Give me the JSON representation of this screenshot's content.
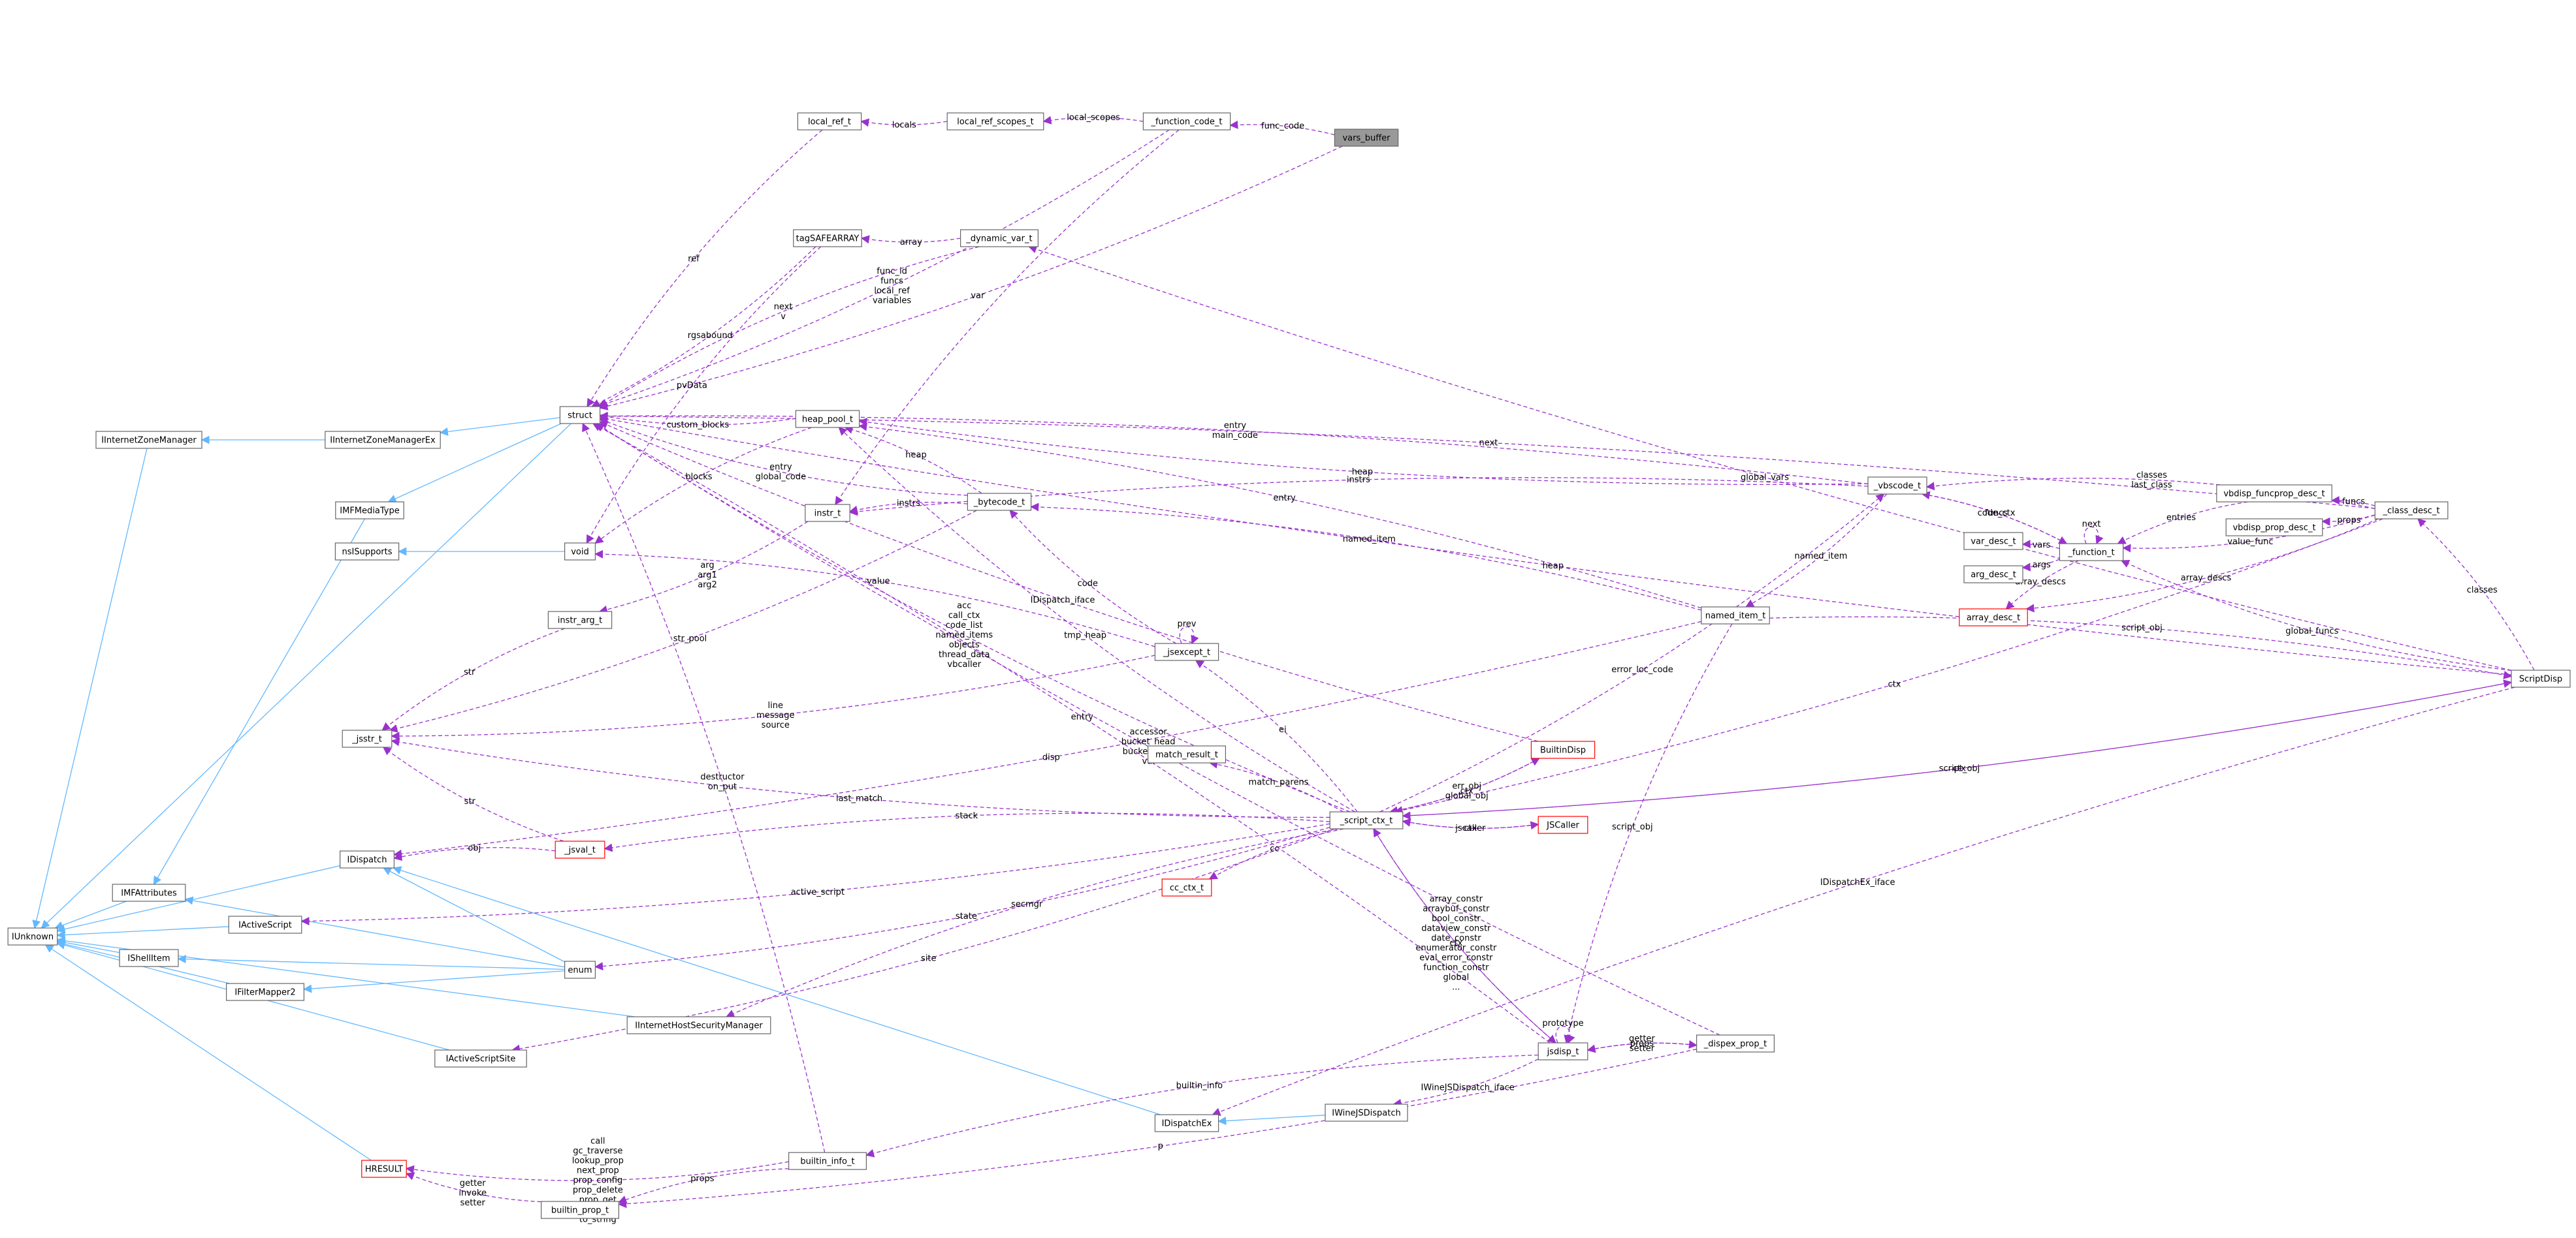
{
  "colors": {
    "background": "#ffffff",
    "node_border": "#666666",
    "node_fill": "#ffffff",
    "highlight_fill": "#999999",
    "error_border": "#ff0000",
    "inherit_arrow": "#63b8ff",
    "use_arrow": "#9a32cd",
    "text": "#000000"
  },
  "nodes": [
    {
      "id": "vars_buffer",
      "label": "vars_buffer",
      "style": "highlight"
    },
    {
      "id": "_function_code_t",
      "label": "_function_code_t"
    },
    {
      "id": "local_ref_scopes_t",
      "label": "local_ref_scopes_t"
    },
    {
      "id": "local_ref_t",
      "label": "local_ref_t"
    },
    {
      "id": "struct",
      "label": "struct"
    },
    {
      "id": "_dynamic_var_t",
      "label": "_dynamic_var_t"
    },
    {
      "id": "tagSAFEARRAY",
      "label": "tagSAFEARRAY"
    },
    {
      "id": "heap_pool_t",
      "label": "heap_pool_t"
    },
    {
      "id": "IInternetZoneManager",
      "label": "IInternetZoneManager"
    },
    {
      "id": "IInternetZoneManagerEx",
      "label": "IInternetZoneManagerEx"
    },
    {
      "id": "IMFMediaType",
      "label": "IMFMediaType"
    },
    {
      "id": "void",
      "label": "void"
    },
    {
      "id": "nsISupports",
      "label": "nsISupports"
    },
    {
      "id": "instr_t",
      "label": "instr_t"
    },
    {
      "id": "_bytecode_t",
      "label": "_bytecode_t"
    },
    {
      "id": "instr_arg_t",
      "label": "instr_arg_t"
    },
    {
      "id": "_jsexcept_t",
      "label": "_jsexcept_t"
    },
    {
      "id": "_jsstr_t",
      "label": "_jsstr_t"
    },
    {
      "id": "match_result_t",
      "label": "match_result_t"
    },
    {
      "id": "BuiltinDisp",
      "label": "BuiltinDisp",
      "style": "error"
    },
    {
      "id": "_script_ctx_t",
      "label": "_script_ctx_t"
    },
    {
      "id": "JSCaller",
      "label": "JSCaller",
      "style": "error"
    },
    {
      "id": "_jsval_t",
      "label": "_jsval_t",
      "style": "error"
    },
    {
      "id": "IDispatch",
      "label": "IDispatch"
    },
    {
      "id": "IMFAttributes",
      "label": "IMFAttributes"
    },
    {
      "id": "IActiveScript",
      "label": "IActiveScript"
    },
    {
      "id": "cc_ctx_t",
      "label": "cc_ctx_t",
      "style": "error"
    },
    {
      "id": "IUnknown",
      "label": "IUnknown"
    },
    {
      "id": "IShellItem",
      "label": "IShellItem"
    },
    {
      "id": "enum",
      "label": "enum"
    },
    {
      "id": "IFilterMapper2",
      "label": "IFilterMapper2"
    },
    {
      "id": "IInternetHostSecurityManager",
      "label": "IInternetHostSecurityManager"
    },
    {
      "id": "IActiveScriptSite",
      "label": "IActiveScriptSite"
    },
    {
      "id": "jsdisp_t",
      "label": "jsdisp_t"
    },
    {
      "id": "_dispex_prop_t",
      "label": "_dispex_prop_t"
    },
    {
      "id": "IWineJSDispatch",
      "label": "IWineJSDispatch"
    },
    {
      "id": "IDispatchEx",
      "label": "IDispatchEx"
    },
    {
      "id": "HRESULT",
      "label": "HRESULT",
      "style": "error"
    },
    {
      "id": "builtin_info_t",
      "label": "builtin_info_t"
    },
    {
      "id": "builtin_prop_t",
      "label": "builtin_prop_t"
    },
    {
      "id": "_vbscode_t",
      "label": "_vbscode_t"
    },
    {
      "id": "named_item_t",
      "label": "named_item_t"
    },
    {
      "id": "var_desc_t",
      "label": "var_desc_t"
    },
    {
      "id": "arg_desc_t",
      "label": "arg_desc_t"
    },
    {
      "id": "array_desc_t",
      "label": "array_desc_t",
      "style": "error"
    },
    {
      "id": "_function_t",
      "label": "_function_t"
    },
    {
      "id": "vbdisp_funcprop_desc_t",
      "label": "vbdisp_funcprop_desc_t"
    },
    {
      "id": "vbdisp_prop_desc_t",
      "label": "vbdisp_prop_desc_t"
    },
    {
      "id": "_class_desc_t",
      "label": "_class_desc_t"
    },
    {
      "id": "ScriptDisp",
      "label": "ScriptDisp"
    }
  ],
  "edges": [
    {
      "from": "IInternetZoneManager",
      "to": "IUnknown",
      "kind": "inherit"
    },
    {
      "from": "IInternetZoneManagerEx",
      "to": "IInternetZoneManager",
      "kind": "inherit"
    },
    {
      "from": "struct",
      "to": "IInternetZoneManagerEx",
      "kind": "inherit"
    },
    {
      "from": "struct",
      "to": "IMFMediaType",
      "kind": "inherit"
    },
    {
      "from": "struct",
      "to": "IUnknown",
      "kind": "inherit"
    },
    {
      "from": "IMFMediaType",
      "to": "IMFAttributes",
      "kind": "inherit"
    },
    {
      "from": "void",
      "to": "nsISupports",
      "kind": "inherit"
    },
    {
      "from": "IDispatch",
      "to": "IUnknown",
      "kind": "inherit"
    },
    {
      "from": "IMFAttributes",
      "to": "IUnknown",
      "kind": "inherit"
    },
    {
      "from": "IActiveScript",
      "to": "IUnknown",
      "kind": "inherit"
    },
    {
      "from": "IShellItem",
      "to": "IUnknown",
      "kind": "inherit"
    },
    {
      "from": "IFilterMapper2",
      "to": "IUnknown",
      "kind": "inherit"
    },
    {
      "from": "IInternetHostSecurityManager",
      "to": "IUnknown",
      "kind": "inherit"
    },
    {
      "from": "IActiveScriptSite",
      "to": "IUnknown",
      "kind": "inherit"
    },
    {
      "from": "HRESULT",
      "to": "IUnknown",
      "kind": "inherit"
    },
    {
      "from": "enum",
      "to": "IDispatch",
      "kind": "inherit"
    },
    {
      "from": "enum",
      "to": "IMFAttributes",
      "kind": "inherit"
    },
    {
      "from": "enum",
      "to": "IShellItem",
      "kind": "inherit"
    },
    {
      "from": "enum",
      "to": "IFilterMapper2",
      "kind": "inherit"
    },
    {
      "from": "IDispatchEx",
      "to": "IDispatch",
      "kind": "inherit"
    },
    {
      "from": "IWineJSDispatch",
      "to": "IDispatchEx",
      "kind": "inherit"
    },
    {
      "from": "vars_buffer",
      "to": "_function_code_t",
      "label": "func_code",
      "kind": "use"
    },
    {
      "from": "vars_buffer",
      "to": "struct",
      "label": "var",
      "kind": "use"
    },
    {
      "from": "_function_code_t",
      "to": "local_ref_scopes_t",
      "label": "local_scopes",
      "kind": "use"
    },
    {
      "from": "_function_code_t",
      "to": "struct",
      "label": "func_id\nfuncs\nlocal_ref\nvariables",
      "kind": "use"
    },
    {
      "from": "_function_code_t",
      "to": "instr_t",
      "label": "",
      "kind": "use"
    },
    {
      "from": "local_ref_scopes_t",
      "to": "local_ref_t",
      "label": "locals",
      "kind": "use"
    },
    {
      "from": "local_ref_t",
      "to": "struct",
      "label": "ref",
      "kind": "use"
    },
    {
      "from": "_dynamic_var_t",
      "to": "tagSAFEARRAY",
      "label": "array",
      "kind": "use"
    },
    {
      "from": "_dynamic_var_t",
      "to": "struct",
      "label": "next\nv",
      "kind": "use"
    },
    {
      "from": "tagSAFEARRAY",
      "to": "struct",
      "label": "rgsabound",
      "kind": "use"
    },
    {
      "from": "tagSAFEARRAY",
      "to": "void",
      "label": "pvData",
      "kind": "use"
    },
    {
      "from": "ScriptDisp",
      "to": "_dynamic_var_t",
      "label": "global_vars",
      "kind": "use"
    },
    {
      "from": "_class_desc_t",
      "to": "struct",
      "label": "next",
      "kind": "use"
    },
    {
      "from": "ScriptDisp",
      "to": "struct",
      "label": "heap",
      "kind": "use"
    },
    {
      "from": "_vbscode_t",
      "to": "struct",
      "label": "entry\nmain_code",
      "kind": "use"
    },
    {
      "from": "heap_pool_t",
      "to": "struct",
      "label": "custom_blocks",
      "kind": "use"
    },
    {
      "from": "heap_pool_t",
      "to": "void",
      "label": "blocks",
      "kind": "use"
    },
    {
      "from": "_vbscode_t",
      "to": "heap_pool_t",
      "label": "heap",
      "kind": "use"
    },
    {
      "from": "_bytecode_t",
      "to": "heap_pool_t",
      "label": "heap",
      "kind": "use"
    },
    {
      "from": "_script_ctx_t",
      "to": "heap_pool_t",
      "label": "tmp_heap",
      "kind": "use"
    },
    {
      "from": "named_item_t",
      "to": "heap_pool_t",
      "label": "entry",
      "kind": "use"
    },
    {
      "from": "_bytecode_t",
      "to": "struct",
      "label": "entry\nglobal_code",
      "kind": "use"
    },
    {
      "from": "_bytecode_t",
      "to": "instr_t",
      "label": "instrs",
      "kind": "use"
    },
    {
      "from": "_bytecode_t",
      "to": "_jsstr_t",
      "label": "str_pool",
      "kind": "use"
    },
    {
      "from": "_vbscode_t",
      "to": "instr_t",
      "label": "instrs",
      "kind": "use"
    },
    {
      "from": "instr_t",
      "to": "instr_arg_t",
      "label": "arg\narg1\narg2",
      "kind": "use"
    },
    {
      "from": "instr_arg_t",
      "to": "_jsstr_t",
      "label": "str",
      "kind": "use"
    },
    {
      "from": "_jsexcept_t",
      "to": "_bytecode_t",
      "label": "code",
      "kind": "use"
    },
    {
      "from": "_jsexcept_t",
      "to": "_jsexcept_t",
      "label": "prev",
      "kind": "use"
    },
    {
      "from": "_jsexcept_t",
      "to": "_jsstr_t",
      "label": "line\nmessage\nsource",
      "kind": "use"
    },
    {
      "from": "_jsexcept_t",
      "to": "void",
      "label": "value",
      "kind": "use"
    },
    {
      "from": "_script_ctx_t",
      "to": "struct",
      "label": "acc\ncall_ctx\ncode_list\nnamed_items\nobjects\nthread_data\nvbcaller",
      "kind": "use"
    },
    {
      "from": "named_item_t",
      "to": "_bytecode_t",
      "label": "named_item",
      "kind": "use"
    },
    {
      "from": "named_item_t",
      "to": "IDispatch",
      "label": "disp",
      "kind": "use"
    },
    {
      "from": "_script_ctx_t",
      "to": "_jsexcept_t",
      "label": "ei",
      "kind": "use"
    },
    {
      "from": "BuiltinDisp",
      "to": "struct",
      "label": "IDispatch_iface",
      "kind": "use"
    },
    {
      "from": "_script_ctx_t",
      "to": "BuiltinDisp",
      "label": "err_obj\nglobal_obj",
      "kind": "use"
    },
    {
      "from": "BuiltinDisp",
      "to": "_script_ctx_t",
      "label": "ctx",
      "kind": "use"
    },
    {
      "from": "_script_ctx_t",
      "to": "match_result_t",
      "label": "match_parens",
      "kind": "use"
    },
    {
      "from": "_script_ctx_t",
      "to": "_jsstr_t",
      "label": "last_match",
      "kind": "use"
    },
    {
      "from": "_script_ctx_t",
      "to": "JSCaller",
      "label": "jscaller",
      "kind": "use"
    },
    {
      "from": "JSCaller",
      "to": "_script_ctx_t",
      "label": "ctx",
      "kind": "use"
    },
    {
      "from": "_script_ctx_t",
      "to": "_jsval_t",
      "label": "stack",
      "kind": "use"
    },
    {
      "from": "_jsval_t",
      "to": "_jsstr_t",
      "label": "str",
      "kind": "use"
    },
    {
      "from": "_jsval_t",
      "to": "IDispatch",
      "label": "obj",
      "kind": "use"
    },
    {
      "from": "_script_ctx_t",
      "to": "IActiveScript",
      "label": "active_script",
      "kind": "use"
    },
    {
      "from": "_script_ctx_t",
      "to": "cc_ctx_t",
      "label": "cc",
      "kind": "use"
    },
    {
      "from": "_script_ctx_t",
      "to": "enum",
      "label": "state",
      "kind": "use"
    },
    {
      "from": "_script_ctx_t",
      "to": "IInternetHostSecurityManager",
      "label": "secmgr",
      "kind": "use"
    },
    {
      "from": "_script_ctx_t",
      "to": "IActiveScriptSite",
      "label": "site",
      "kind": "use"
    },
    {
      "from": "_script_ctx_t",
      "to": "jsdisp_t",
      "label": "array_constr\narraybuf_constr\nbool_constr\ndataview_constr\ndate_constr\nenumerator_constr\neval_error_constr\nfunction_constr\nglobal\n...",
      "kind": "use"
    },
    {
      "from": "jsdisp_t",
      "to": "_script_ctx_t",
      "label": "ctx",
      "kind": "use"
    },
    {
      "from": "jsdisp_t",
      "to": "jsdisp_t",
      "label": "prototype",
      "kind": "use"
    },
    {
      "from": "jsdisp_t",
      "to": "_dispex_prop_t",
      "label": "props",
      "kind": "use"
    },
    {
      "from": "_dispex_prop_t",
      "to": "jsdisp_t",
      "label": "getter\nsetter",
      "kind": "use"
    },
    {
      "from": "_dispex_prop_t",
      "to": "struct",
      "label": "accessor\nbucket_head\nbucket_next\nval",
      "kind": "use"
    },
    {
      "from": "jsdisp_t",
      "to": "struct",
      "label": "entry",
      "kind": "use"
    },
    {
      "from": "jsdisp_t",
      "to": "IWineJSDispatch",
      "label": "IWineJSDispatch_iface",
      "kind": "use"
    },
    {
      "from": "jsdisp_t",
      "to": "builtin_info_t",
      "label": "builtin_info",
      "kind": "use"
    },
    {
      "from": "builtin_info_t",
      "to": "HRESULT",
      "label": "call\ngc_traverse\nlookup_prop\nnext_prop\nprop_config\nprop_delete\nprop_get\nprop_put\nto_string",
      "kind": "use"
    },
    {
      "from": "builtin_info_t",
      "to": "builtin_prop_t",
      "label": "props",
      "kind": "use"
    },
    {
      "from": "builtin_prop_t",
      "to": "HRESULT",
      "label": "getter\ninvoke\nsetter",
      "kind": "use"
    },
    {
      "from": "builtin_info_t",
      "to": "struct",
      "label": "destructor\non_put",
      "kind": "use"
    },
    {
      "from": "_dispex_prop_t",
      "to": "builtin_prop_t",
      "label": "p",
      "kind": "use"
    },
    {
      "from": "ScriptDisp",
      "to": "IDispatchEx",
      "label": "IDispatchEx_iface",
      "kind": "use"
    },
    {
      "from": "ScriptDisp",
      "to": "_script_ctx_t",
      "label": "ctx",
      "kind": "use"
    },
    {
      "from": "_script_ctx_t",
      "to": "ScriptDisp",
      "label": "script_obj",
      "kind": "use"
    },
    {
      "from": "named_item_t",
      "to": "ScriptDisp",
      "label": "script_obj",
      "kind": "use"
    },
    {
      "from": "named_item_t",
      "to": "jsdisp_t",
      "label": "script_obj",
      "kind": "use"
    },
    {
      "from": "_vbscode_t",
      "to": "named_item_t",
      "label": "named_item",
      "kind": "use"
    },
    {
      "from": "_script_ctx_t",
      "to": "_vbscode_t",
      "label": "error_loc_code",
      "kind": "use"
    },
    {
      "from": "_class_desc_t",
      "to": "_script_ctx_t",
      "label": "ctx",
      "kind": "use"
    },
    {
      "from": "_class_desc_t",
      "to": "_vbscode_t",
      "label": "classes\nlast_class",
      "kind": "use"
    },
    {
      "from": "_vbscode_t",
      "to": "_function_t",
      "label": "funcs",
      "kind": "use"
    },
    {
      "from": "_function_t",
      "to": "_vbscode_t",
      "label": "code_ctx",
      "kind": "use"
    },
    {
      "from": "_function_t",
      "to": "_function_t",
      "label": "next",
      "kind": "use"
    },
    {
      "from": "_function_t",
      "to": "var_desc_t",
      "label": "vars",
      "kind": "use"
    },
    {
      "from": "_function_t",
      "to": "arg_desc_t",
      "label": "args",
      "kind": "use"
    },
    {
      "from": "_function_t",
      "to": "array_desc_t",
      "label": "array_descs",
      "kind": "use"
    },
    {
      "from": "_class_desc_t",
      "to": "array_desc_t",
      "label": "array_descs",
      "kind": "use"
    },
    {
      "from": "_class_desc_t",
      "to": "vbdisp_funcprop_desc_t",
      "label": "funcs",
      "kind": "use"
    },
    {
      "from": "_class_desc_t",
      "to": "vbdisp_prop_desc_t",
      "label": "props",
      "kind": "use"
    },
    {
      "from": "vbdisp_funcprop_desc_t",
      "to": "_function_t",
      "label": "entries",
      "kind": "use"
    },
    {
      "from": "_class_desc_t",
      "to": "_function_t",
      "label": "value_func",
      "kind": "use"
    },
    {
      "from": "ScriptDisp",
      "to": "_class_desc_t",
      "label": "classes",
      "kind": "use"
    },
    {
      "from": "ScriptDisp",
      "to": "_function_t",
      "label": "global_funcs",
      "kind": "use"
    }
  ]
}
